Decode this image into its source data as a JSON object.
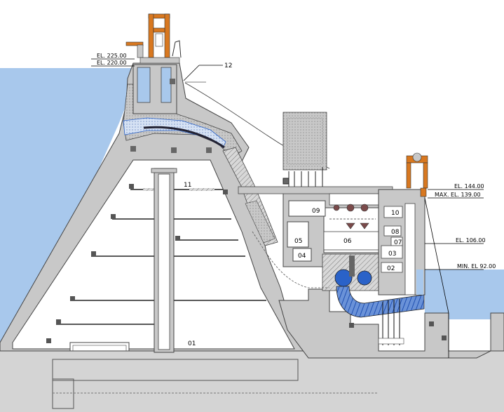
{
  "elevations": {
    "el_225": "EL. 225.00",
    "el_220": "EL. 220.00",
    "el_144": "EL. 144.00",
    "el_139": "MAX. EL. 139.00",
    "el_106": "EL. 106.00",
    "el_92": "MIN. EL 92.00"
  },
  "labels": {
    "n01": "01",
    "n02": "02",
    "n03": "03",
    "n04": "04",
    "n05": "05",
    "n06": "06",
    "n07": "07",
    "n08": "08",
    "n09": "09",
    "n10": "10",
    "n11": "11",
    "n12": "12"
  },
  "colors": {
    "water": "#a8c8ec",
    "concrete": "#c8c8c8",
    "ground": "#d0d0d0",
    "crane": "#d87820",
    "penstock_blue": "#2a62c8"
  }
}
